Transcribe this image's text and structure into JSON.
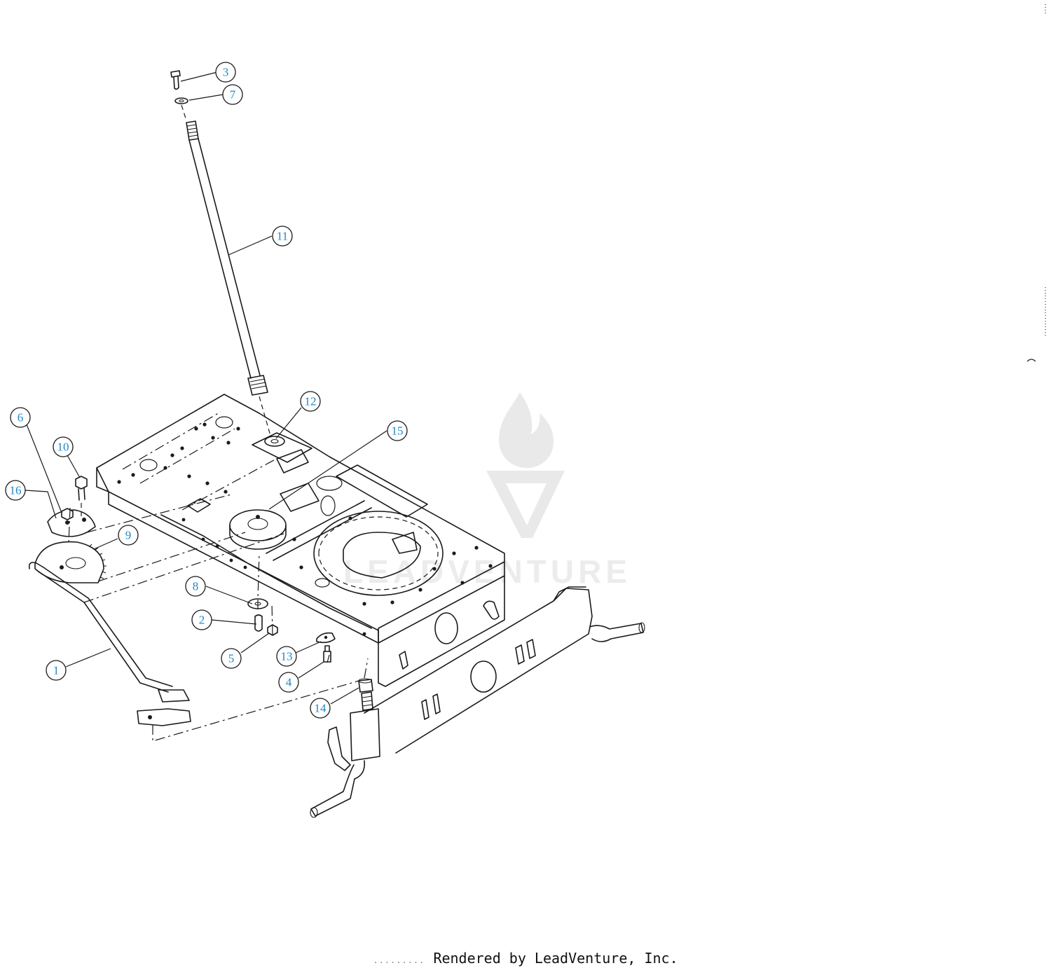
{
  "diagram": {
    "callouts": [
      {
        "id": "callout-1",
        "label": "1"
      },
      {
        "id": "callout-2",
        "label": "2"
      },
      {
        "id": "callout-3",
        "label": "3"
      },
      {
        "id": "callout-4",
        "label": "4"
      },
      {
        "id": "callout-5",
        "label": "5"
      },
      {
        "id": "callout-6",
        "label": "6"
      },
      {
        "id": "callout-7",
        "label": "7"
      },
      {
        "id": "callout-8",
        "label": "8"
      },
      {
        "id": "callout-9",
        "label": "9"
      },
      {
        "id": "callout-10",
        "label": "10"
      },
      {
        "id": "callout-11",
        "label": "11"
      },
      {
        "id": "callout-12",
        "label": "12"
      },
      {
        "id": "callout-13",
        "label": "13"
      },
      {
        "id": "callout-14",
        "label": "14"
      },
      {
        "id": "callout-15",
        "label": "15"
      },
      {
        "id": "callout-16",
        "label": "16"
      }
    ],
    "label_color": "#1e88c8"
  },
  "watermark": {
    "text": "LEADVENTURE"
  },
  "footer": {
    "rendered_by": "Rendered by LeadVenture, Inc."
  }
}
